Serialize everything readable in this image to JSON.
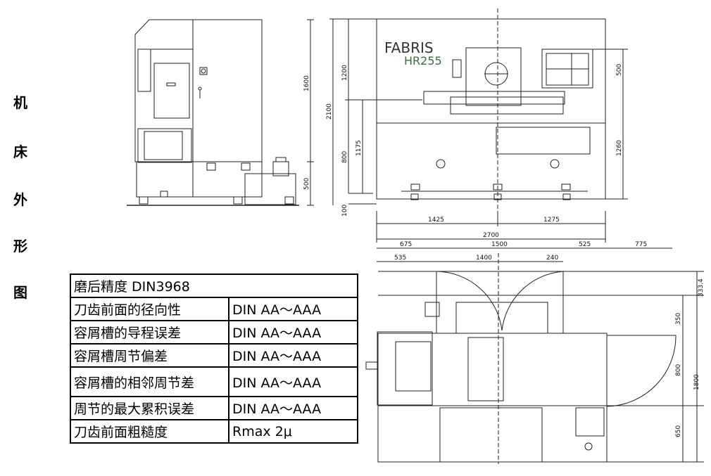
{
  "vertical_title": [
    "机",
    "床",
    "外",
    "形",
    "图"
  ],
  "brand": {
    "name": "FABRIS",
    "model": "HR255"
  },
  "side_view_dims": [
    "1600",
    "500"
  ],
  "front_view_dims": [
    "2100",
    "1200",
    "800",
    "1175",
    "500",
    "1260",
    "100",
    "1425",
    "1275",
    "2700"
  ],
  "top_view_dims": [
    "675",
    "1500",
    "525",
    "775",
    "535",
    "1400",
    "240",
    "333.4",
    "350",
    "800",
    "1800",
    "650"
  ],
  "spec_table": {
    "header": "磨后精度 DIN3968",
    "rows": [
      {
        "label": "刀齿前面的径向性",
        "value": "DIN AA～AAA"
      },
      {
        "label": "容屑槽的导程误差",
        "value": "DIN AA～AAA"
      },
      {
        "label": "容屑槽周节偏差",
        "value": "DIN AA～AAA"
      },
      {
        "label": "容屑槽的相邻周节差",
        "value": "DIN AA～AAA"
      },
      {
        "label": "周节的最大累积误差",
        "value": "DIN AA～AAA"
      },
      {
        "label": "刀齿前面粗糙度",
        "value": "Rmax 2μ"
      }
    ]
  }
}
